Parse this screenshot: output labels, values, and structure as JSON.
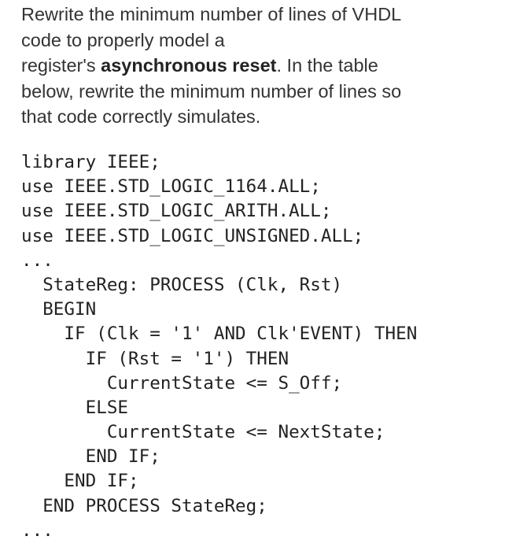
{
  "question": {
    "line1": "Rewrite the minimum number of lines of VHDL",
    "line2": "code to properly model a",
    "line3_before": "register's ",
    "line3_bold": "asynchronous reset",
    "line3_after": ". In the table",
    "line4": "below, rewrite the minimum number of lines so",
    "line5": "that code correctly simulates."
  },
  "code": {
    "lines": [
      "library IEEE;",
      "use IEEE.STD_LOGIC_1164.ALL;",
      "use IEEE.STD_LOGIC_ARITH.ALL;",
      "use IEEE.STD_LOGIC_UNSIGNED.ALL;",
      "...",
      "  StateReg: PROCESS (Clk, Rst)",
      "  BEGIN",
      "    IF (Clk = '1' AND Clk'EVENT) THEN",
      "      IF (Rst = '1') THEN",
      "        CurrentState <= S_Off;",
      "      ELSE",
      "        CurrentState <= NextState;",
      "      END IF;",
      "    END IF;",
      "  END PROCESS StateReg;",
      "..."
    ]
  }
}
